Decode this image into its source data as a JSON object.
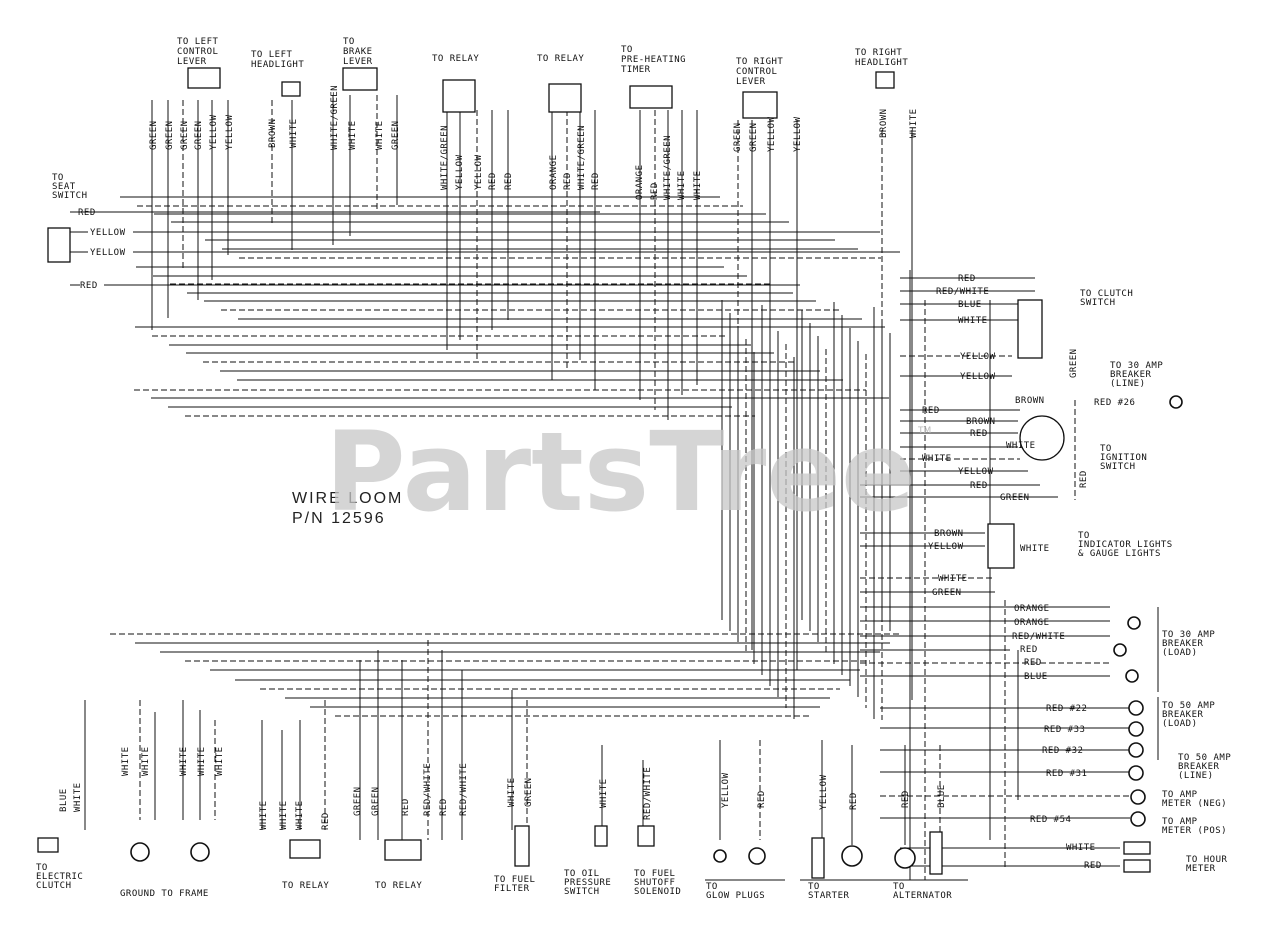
{
  "watermark": "PartsTree",
  "watermark_tm": "TM",
  "title": {
    "line1": "WIRE LOOM",
    "line2": "P/N 12596"
  },
  "top_labels": {
    "left_control_lever": [
      "TO LEFT",
      "CONTROL",
      "LEVER"
    ],
    "left_headlight": [
      "TO LEFT",
      "HEADLIGHT"
    ],
    "brake_lever": [
      "TO",
      "BRAKE",
      "LEVER"
    ],
    "relay_1": [
      "TO RELAY"
    ],
    "relay_2": [
      "TO RELAY"
    ],
    "preheat_timer": [
      "TO",
      "PRE-HEATING",
      "TIMER"
    ],
    "right_control_lever": [
      "TO RIGHT",
      "CONTROL",
      "LEVER"
    ],
    "right_headlight": [
      "TO RIGHT",
      "HEADLIGHT"
    ]
  },
  "top_wires": {
    "left_control_lever": [
      "GREEN",
      "GREEN",
      "GREEN",
      "GREEN",
      "YELLOW",
      "YELLOW"
    ],
    "left_headlight": [
      "BROWN",
      "WHITE"
    ],
    "brake_lever": [
      "WHITE/GREEN",
      "WHITE",
      "WHITE",
      "GREEN"
    ],
    "relay_1": [
      "WHITE/GREEN",
      "YELLOW",
      "YELLOW",
      "RED",
      "RED"
    ],
    "relay_2": [
      "ORANGE",
      "RED",
      "WHITE/GREEN",
      "RED"
    ],
    "preheat_timer": [
      "ORANGE",
      "RED",
      "WHITE/GREEN",
      "WHITE",
      "WHITE"
    ],
    "right_control_lever": [
      "GREEN",
      "GREEN",
      "YELLOW",
      "YELLOW"
    ],
    "right_headlight": [
      "BROWN",
      "WHITE"
    ]
  },
  "seat_switch": {
    "label": [
      "TO",
      "SEAT",
      "SWITCH"
    ],
    "wires": [
      "RED",
      "YELLOW",
      "YELLOW",
      "RED"
    ]
  },
  "clutch_switch": {
    "label": [
      "TO CLUTCH",
      "SWITCH"
    ],
    "wires": [
      "RED",
      "RED/WHITE",
      "BLUE",
      "WHITE",
      "YELLOW",
      "YELLOW",
      "GREEN"
    ]
  },
  "breaker_30_line": {
    "label": [
      "TO 30 AMP",
      "BREAKER",
      "(LINE)"
    ],
    "wire": "RED #26"
  },
  "ignition_switch": {
    "label": [
      "TO",
      "IGNITION",
      "SWITCH"
    ],
    "wires": [
      "BROWN",
      "RED",
      "BROWN",
      "RED",
      "WHITE",
      "WHITE",
      "YELLOW",
      "RED",
      "GREEN",
      "RED"
    ]
  },
  "indicator_lights": {
    "label": [
      "TO",
      "INDICATOR LIGHTS",
      "& GAUGE LIGHTS"
    ],
    "wires": [
      "BROWN",
      "YELLOW",
      "WHITE",
      "WHITE",
      "GREEN"
    ]
  },
  "breaker_30_load": {
    "label": [
      "TO 30 AMP",
      "BREAKER",
      "(LOAD)"
    ],
    "wires": [
      "ORANGE",
      "ORANGE",
      "RED/WHITE",
      "RED",
      "RED",
      "BLUE"
    ]
  },
  "breaker_50_load": {
    "label": [
      "TO 50 AMP",
      "BREAKER",
      "(LOAD)"
    ],
    "wires": [
      "RED #22",
      "RED #33",
      "RED #32"
    ]
  },
  "breaker_50_line": {
    "label": [
      "TO 50 AMP",
      "BREAKER",
      "(LINE)"
    ],
    "wire": "RED #31"
  },
  "amp_meter_neg": {
    "label": [
      "TO AMP",
      "METER (NEG)"
    ]
  },
  "amp_meter_pos": {
    "label": [
      "TO AMP",
      "METER (POS)"
    ],
    "wire": "RED #54"
  },
  "hour_meter": {
    "label": [
      "TO HOUR",
      "METER"
    ],
    "wires": [
      "WHITE",
      "RED"
    ]
  },
  "bottom_labels": {
    "electric_clutch": [
      "TO",
      "ELECTRIC",
      "CLUTCH"
    ],
    "ground_to_frame": [
      "GROUND TO FRAME"
    ],
    "relay_a": [
      "TO RELAY"
    ],
    "relay_b": [
      "TO RELAY"
    ],
    "fuel_filter": [
      "TO FUEL",
      "FILTER"
    ],
    "oil_pressure": [
      "TO OIL",
      "PRESSURE",
      "SWITCH"
    ],
    "fuel_shutoff": [
      "TO FUEL",
      "SHUTOFF",
      "SOLENOID"
    ],
    "glow_plugs": [
      "TO",
      "GLOW PLUGS"
    ],
    "starter": [
      "TO",
      "STARTER"
    ],
    "alternator": [
      "TO",
      "ALTERNATOR"
    ]
  },
  "bottom_wires": {
    "electric_clutch": [
      "BLUE",
      "WHITE"
    ],
    "ground_to_frame": [
      "WHITE",
      "WHITE",
      "WHITE",
      "WHITE",
      "WHITE"
    ],
    "relay_a": [
      "WHITE",
      "WHITE",
      "WHITE",
      "RED"
    ],
    "relay_b": [
      "GREEN",
      "GREEN",
      "RED",
      "RED/WHITE",
      "RED",
      "RED/WHITE"
    ],
    "fuel_filter": [
      "WHITE",
      "GREEN"
    ],
    "oil_pressure": [
      "WHITE"
    ],
    "fuel_shutoff": [
      "RED/WHITE"
    ],
    "glow_plugs": [
      "YELLOW",
      "RED"
    ],
    "starter": [
      "YELLOW",
      "RED"
    ],
    "alternator": [
      "RED",
      "BLUE"
    ]
  }
}
